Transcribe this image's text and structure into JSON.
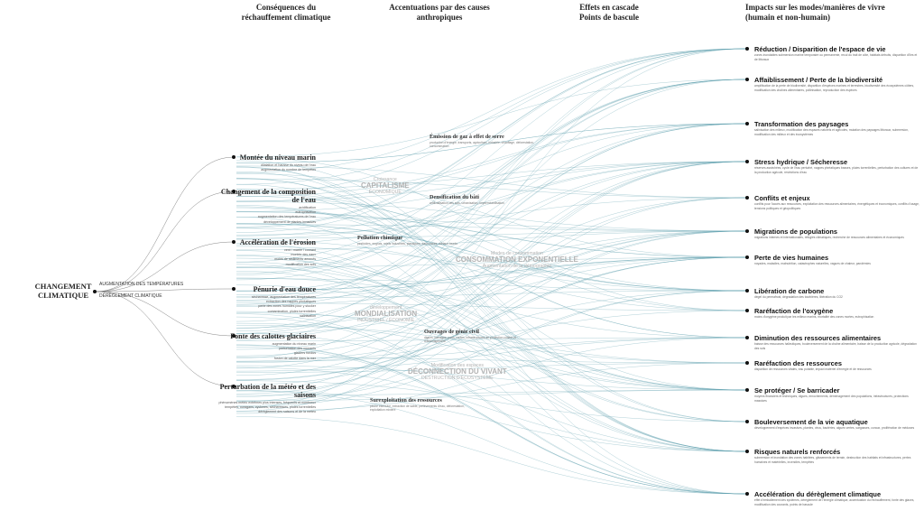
{
  "headers": {
    "consequences": "Conséquences du réchauffement climatique",
    "accentuations": "Accentuations par des causes anthropiques",
    "effets": "Effets en cascade Points de bascule",
    "impacts": "Impacts sur les modes/manières de vivre (humain et non-humain)"
  },
  "root": {
    "title": "CHANGEMENT CLIMATIQUE",
    "sub1": "AUGMENTATION DES TEMPÉRATURES",
    "sub2": "DÉRÈGLEMENT CLIMATIQUE"
  },
  "consequences": [
    {
      "title": "Montée du niveau marin",
      "items": [
        "dilatation et hausse du niveau de l'eau",
        "augmentation du nombre de tempêtes"
      ]
    },
    {
      "title": "Changement de la composition de l'eau",
      "items": [
        "acidification",
        "eutrophisation",
        "augmentation des températures de l'eau",
        "développement de plantes invasives"
      ]
    },
    {
      "title": "Accélération de l'érosion",
      "items": [
        "vent / marée / courant",
        "montée des eaux",
        "moins de sédiments amenés",
        "modification des sols"
      ]
    },
    {
      "title": "Pénurie d'eau douce",
      "items": [
        "sécheresse, augmentation des températures",
        "extraction des nappes phréatiques",
        "perte des zones humides pour y stocker",
        "contamination, pluies torrentielles",
        "salinisation"
      ]
    },
    {
      "title": "Fonte des calottes glaciaires",
      "items": [
        "augmentation du niveau marin",
        "perturbation des courants",
        "glaciers fondus",
        "fusion de calotte dans la mer"
      ]
    },
    {
      "title": "Perturbation de la météo et des saisons",
      "items": [
        "phénomènes météo extrêmes plus intenses, fréquents et nombreux",
        "tempêtes, ouragans, cyclones, sécheresses, pluies torrentielles",
        "dérèglement des saisons et de la météo"
      ]
    }
  ],
  "mid_nodes": [
    {
      "title": "Émission de gaz à effet de serre",
      "desc": "production d'énergie, transports, agriculture, industrie, chauffage, déforestation, consommation"
    },
    {
      "title": "Densification du bâti",
      "desc": "artificialisation des sols, urbanisation, imperméabilisation"
    },
    {
      "title": "Pollution chimique",
      "desc": "pesticides, engrais, rejets industriels, plastiques, eaux usées, métaux lourds"
    },
    {
      "title": "Ouvrages de génie civil",
      "desc": "digues, barrages, ports, routes, infrastructures de protection côtière et d'aménagement"
    },
    {
      "title": "Surexploitation des ressources",
      "desc": "pêche intensive, extraction de sable, prélèvements d'eau, déforestation, exploitation minière"
    }
  ],
  "groups": [
    {
      "title": "CAPITALISME",
      "sub1": "Croissance",
      "sub2": "ÉCONOMIQUE"
    },
    {
      "title": "CONSOMMATION EXPONENTIELLE",
      "sub1": "Modes de consommation",
      "sub2": "Augmentation de la démographie"
    },
    {
      "title": "MONDIALISATION",
      "sub1": "développement",
      "sub2": "INDUSTRIEL / ÉCONOMIE"
    },
    {
      "title": "DÉCONNECTION DU VIVANT",
      "sub1": "Modification des espaces",
      "sub2": "DESTRUCTION D'ÉCOSYSTÈME"
    }
  ],
  "impacts": [
    {
      "title": "Réduction / Disparition de l'espace de vie",
      "desc": "zones inondables submersion marine temporaire ou permanente, recul du trait de côte, habitats détruits, disparition d'îles et de littoraux"
    },
    {
      "title": "Affaiblissement / Perte de la biodiversité",
      "desc": "amplification de la perte de biodiversité, disparition d'espèces marines et terrestres, biodiversité des écosystèmes côtiers, modification des chaînes alimentaires, pollinisation, reproduction des espèces"
    },
    {
      "title": "Transformation des paysages",
      "desc": "salinisation des milieux, modification des espaces naturels et agricoles, mutation des paysages littoraux, submersion, modification des milieux et des écosystèmes"
    },
    {
      "title": "Stress hydrique / Sécheresse",
      "desc": "réserves asséchées, cycle de l'eau perturbé, nappes phréatiques basses, pluies torrentielles, perturbation des cultures et de la production agricole, restrictions d'eau"
    },
    {
      "title": "Conflits et enjeux",
      "desc": "conflits pour l'accès aux ressources, exploitation des ressources alimentaires, énergétiques et économiques, conflits d'usage, tensions politiques et géopolitiques"
    },
    {
      "title": "Migrations de populations",
      "desc": "migrations internes et internationales, réfugiés climatiques, recherche de ressources alimentaires et économiques"
    },
    {
      "title": "Perte de vies humaines",
      "desc": "noyades, maladies, malnutrition, catastrophes naturelles, vagues de chaleur, pandémies"
    },
    {
      "title": "Libération de carbone",
      "desc": "dégel du permafrost, dégradation des tourbières, libération du CO2"
    },
    {
      "title": "Raréfaction de l'oxygène",
      "desc": "moins d'oxygène produit par les milieux marins, mortalité des zones mortes, eutrophisation"
    },
    {
      "title": "Diminution des ressources alimentaires",
      "desc": "baisse des ressources halieutiques, bouleversement de la chaîne alimentaire, baisse de la production agricole, dégradation des sols"
    },
    {
      "title": "Raréfaction des ressources",
      "desc": "disparition de ressources vitales, eau potable, impact matériel d'énergie et de ressources"
    },
    {
      "title": "Se protéger / Se barricader",
      "desc": "moyens financiers et techniques, digues, enrochements, déménagement des populations, infrastructures, protections massives"
    },
    {
      "title": "Bouleversement de la vie aquatique",
      "desc": "développement d'espèces invasives, plantes, virus, bactéries, algues vertes, sargasses, coraux, prolifération de méduses"
    },
    {
      "title": "Risques naturels renforcés",
      "desc": "submersion et inondation des zones habitées, glissements de terrain, destruction des habitats et infrastructures, pertes humaines et matérielles, incendies, tempêtes"
    },
    {
      "title": "Accélération du dérèglement climatique",
      "desc": "effet d'emballement des systèmes, dérèglement de l'énergie climatique, accentuation du réchauffement, fonte des glaces, modification des courants, points de bascule"
    }
  ],
  "colors": {
    "link": "#5d9fae",
    "root_link": "#777777",
    "group_text": "#b3b3b3"
  }
}
